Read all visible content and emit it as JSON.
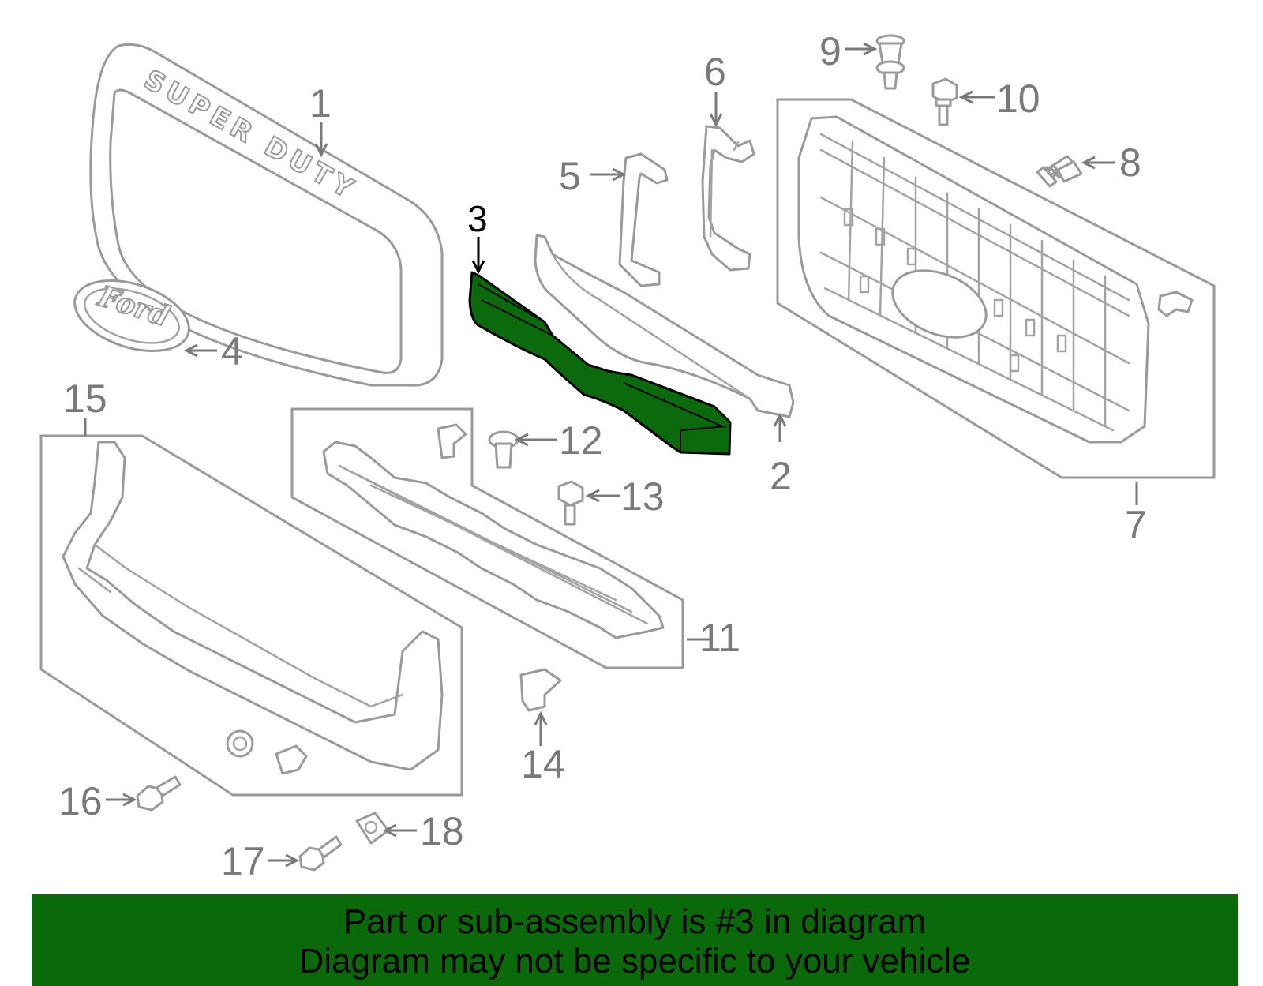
{
  "highlight_color": "#0b6a0b",
  "banner_color": "#0a6a0a",
  "grille_lettering": "SUPER DUTY",
  "emblem_lettering": "Ford",
  "labels": {
    "p1": "1",
    "p2": "2",
    "p3": "3",
    "p4": "4",
    "p5": "5",
    "p6": "6",
    "p7": "7",
    "p8": "8",
    "p9": "9",
    "p10": "10",
    "p11": "11",
    "p12": "12",
    "p13": "13",
    "p14": "14",
    "p15": "15",
    "p16": "16",
    "p17": "17",
    "p18": "18"
  },
  "highlighted_part": "3",
  "banner": {
    "line1": "Part or sub-assembly is #3 in diagram",
    "line2": "Diagram may not be specific to your vehicle"
  }
}
